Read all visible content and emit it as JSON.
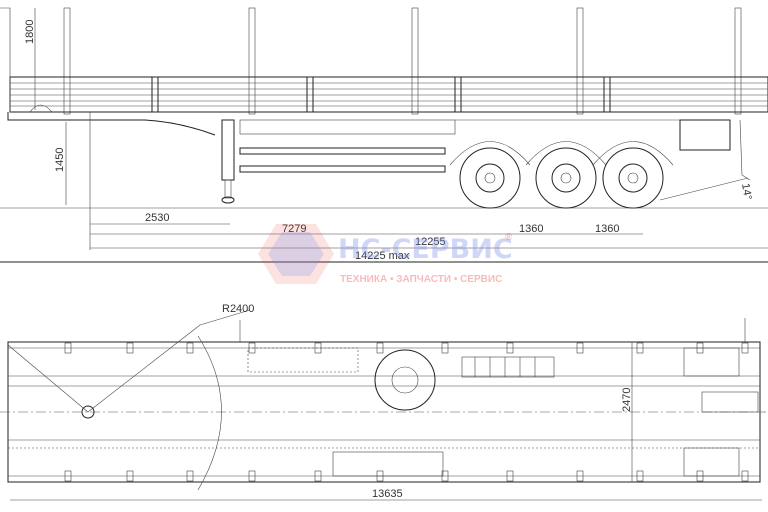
{
  "drawing": {
    "side_view": {
      "dimensions": {
        "height_stakes": "1800",
        "deck_height": "1450",
        "kingpin_to_leg": "2530",
        "kingpin_to_first_axle": "7279",
        "axle_spacing_1": "1360",
        "axle_spacing_2": "1360",
        "kingpin_to_rear": "12255",
        "overall_length": "14225 max",
        "rear_angle": "14°"
      }
    },
    "top_view": {
      "dimensions": {
        "swing_radius": "R2400",
        "width": "2470",
        "platform_length": "13635"
      }
    }
  },
  "watermark": {
    "brand": "НС-СЕРВИС",
    "tagline": "ТЕХНИКА • ЗАПЧАСТИ • СЕРВИС",
    "registered": "®",
    "colors": {
      "blue": "#7b8fe6",
      "red": "#e8413a"
    }
  }
}
